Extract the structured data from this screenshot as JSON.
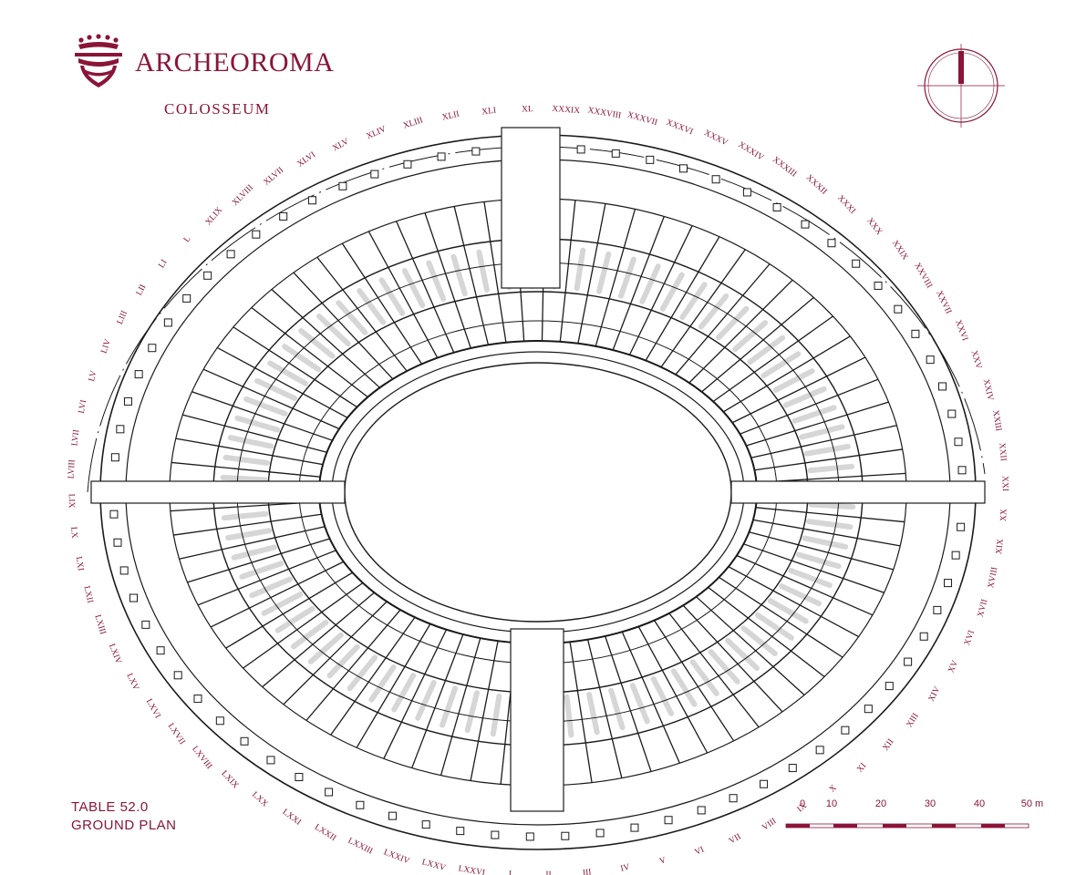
{
  "brand": {
    "name": "ARCHEOROMA",
    "subtitle": "COLOSSEUM"
  },
  "colors": {
    "accent": "#8a1538",
    "ink": "#1a1a1a",
    "background": "#ffffff"
  },
  "icons": {
    "logo": "crown-shield-icon",
    "compass": "compass-rose-icon"
  },
  "plate": {
    "table": "TABLE 52.0",
    "title": "GROUND PLAN"
  },
  "scale": {
    "labels": [
      "0",
      "10",
      "20",
      "30",
      "40",
      "50 m"
    ]
  },
  "arches": [
    "I",
    "II",
    "III",
    "IV",
    "V",
    "VI",
    "VII",
    "VIII",
    "IX",
    "X",
    "XI",
    "XII",
    "XIII",
    "XIV",
    "XV",
    "XVI",
    "XVII",
    "XVIII",
    "XIX",
    "XX",
    "XXI",
    "XXII",
    "XXIII",
    "XXIV",
    "XXV",
    "XXVI",
    "XXVII",
    "XXVIII",
    "XXIX",
    "XXX",
    "XXXI",
    "XXXII",
    "XXXIII",
    "XXXIV",
    "XXXV",
    "XXXVI",
    "XXXVII",
    "XXXVIII",
    "XXXIX",
    "XL",
    "XLI",
    "XLII",
    "XLIII",
    "XLIV",
    "XLV",
    "XLVI",
    "XLVII",
    "XLVIII",
    "XLIX",
    "L",
    "LI",
    "LII",
    "LIII",
    "LIV",
    "LV",
    "LVI",
    "LVII",
    "LVIII",
    "LIX",
    "LX",
    "LXI",
    "LXII",
    "LXIII",
    "LXIV",
    "LXV",
    "LXVI",
    "LXVII",
    "LXVIII",
    "LXIX",
    "LXX",
    "LXXI",
    "LXXII",
    "LXXIII",
    "LXXIV",
    "LXXV",
    "LXXVI"
  ]
}
